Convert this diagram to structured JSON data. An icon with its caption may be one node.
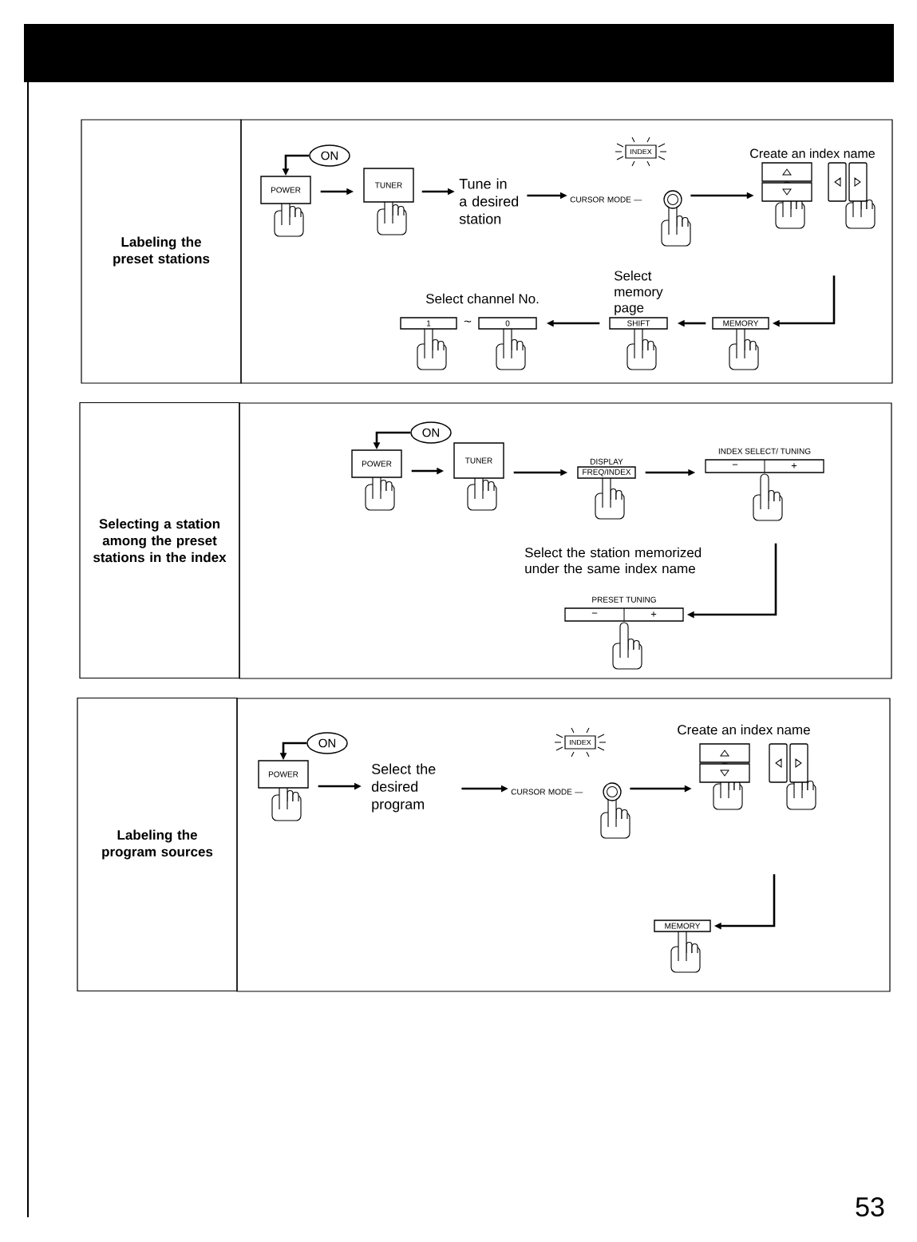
{
  "diagram": {
    "nodes": [
      {
        "text": [
          "Labeling the preset stations"
        ]
      },
      {
        "text": [
          "ON"
        ]
      },
      {
        "text": [
          "POWER"
        ]
      },
      {
        "text": [
          "TUNER"
        ]
      },
      {
        "text": [
          "Tune in a desired station"
        ]
      },
      {
        "text": [
          "INDEX"
        ]
      },
      {
        "text": [
          "CURSOR MODE —"
        ]
      },
      {
        "text": [],
        "shape": "box"
      },
      {
        "text": [],
        "shape": "box"
      },
      {
        "text": [
          "MEMORY"
        ]
      },
      {
        "text": [
          "SHIFT"
        ],
        "beside": [
          "Select memory page"
        ]
      },
      {
        "text": [
          "0"
        ]
      },
      {
        "text": [
          "1"
        ]
      },
      {
        "text": [
          "Selecting a station among the preset stations in the index"
        ]
      },
      {
        "text": [
          "ON"
        ]
      },
      {
        "text": [
          "POWER"
        ]
      },
      {
        "text": [
          "TUNER"
        ]
      },
      {
        "text": [
          "FREQ/INDEX"
        ],
        "beside": [
          "DISPLAY"
        ]
      },
      {
        "text": [
          "−",
          "+"
        ],
        "beside": [
          "INDEX SELECT/ TUNING"
        ]
      },
      {
        "text": [
          "−",
          "+"
        ],
        "beside": [
          "PRESET TUNING"
        ]
      },
      {
        "text": [
          "Labeling the program sources"
        ]
      },
      {
        "text": [
          "ON"
        ]
      },
      {
        "text": [
          "POWER"
        ]
      },
      {
        "text": [
          "Select the desired program"
        ]
      },
      {
        "text": [
          "INDEX"
        ]
      },
      {
        "text": [
          "CURSOR MODE —"
        ]
      },
      {
        "text": [],
        "shape": "box"
      },
      {
        "text": [],
        "shape": "box"
      },
      {
        "text": [
          "MEMORY"
        ]
      }
    ],
    "edges": [
      {
        "from": 1,
        "to": 2,
        "arrow": "to"
      },
      {
        "from": 2,
        "to": 3,
        "arrow": "to"
      },
      {
        "from": 3,
        "to": 4,
        "arrow": "to"
      },
      {
        "from": 4,
        "to": 6,
        "arrow": "to"
      },
      {
        "from": 6,
        "to": 7,
        "arrow": "to"
      },
      {
        "from": 8,
        "to": 9,
        "arrow": "to"
      },
      {
        "from": 9,
        "to": 10,
        "arrow": "to"
      },
      {
        "from": 10,
        "to": 11,
        "arrow": "to"
      },
      {
        "from": 14,
        "to": 15,
        "arrow": "to"
      },
      {
        "from": 15,
        "to": 16,
        "arrow": "to"
      },
      {
        "from": 16,
        "to": 17,
        "arrow": "to"
      },
      {
        "from": 17,
        "to": 18,
        "arrow": "to"
      },
      {
        "from": 18,
        "to": 19,
        "arrow": "to"
      },
      {
        "from": 21,
        "to": 22,
        "arrow": "to"
      },
      {
        "from": 22,
        "to": 23,
        "arrow": "to"
      },
      {
        "from": 23,
        "to": 25,
        "arrow": "to"
      },
      {
        "from": 25,
        "to": 26,
        "arrow": "to"
      },
      {
        "from": 27,
        "to": 28,
        "arrow": "to"
      }
    ],
    "labels": [
      "Create an index name",
      "Select channel No.",
      "~",
      "Select the station memorized under the same index name",
      "Create an index name",
      "53"
    ]
  }
}
